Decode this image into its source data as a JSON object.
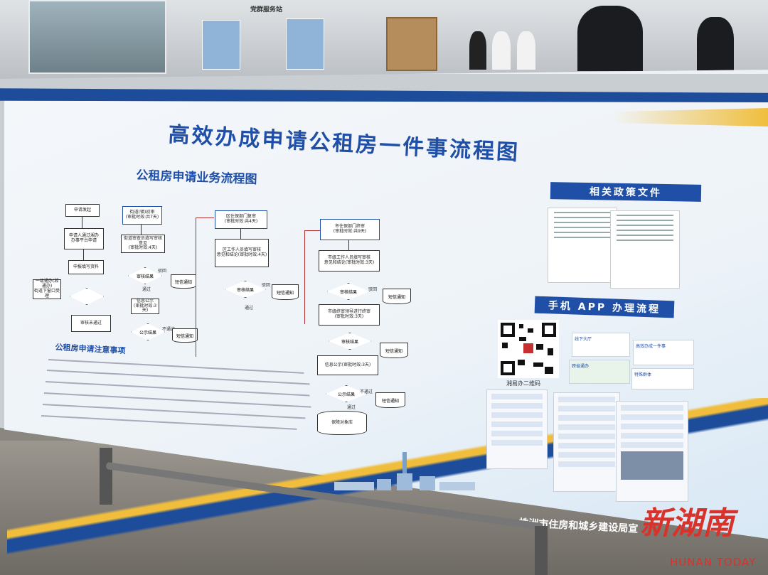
{
  "hall": {
    "sign": "党群服务站"
  },
  "board": {
    "title": "高效办成申请公租房一件事流程图",
    "subtitle": "公租房申请业务流程图",
    "notice_title": "公租房申请注意事项",
    "footer_org": "株洲市住房和城乡建设局宣"
  },
  "flow": {
    "col1": [
      "申请发起",
      "申请人通过湘办\n办事平台申请",
      "申报填写资料",
      "一级通办(湘通办)\n街道下窗口受理",
      "审核未通过"
    ],
    "col2": [
      "街道(镇)初审\n(审批时效:共7天)",
      "街道审查员填写审核意见\n(审批时效:4天)",
      "审核结果",
      "短信通知",
      "信息公示\n(审批时效:3天)",
      "公示结果",
      "短信通知"
    ],
    "col3": [
      "区住保部门复审\n(审批时效:共4天)",
      "区工作人员填写审核\n意见和结论(审批时效:4天)",
      "审核结果",
      "短信通知"
    ],
    "col4": [
      "市住保部门终审\n(审批时效:共9天)",
      "市级工作人员填写审核\n意见和结论(审批时效:3天)",
      "审核结果",
      "短信通知",
      "市级终审领导进行终审\n(审批时效:3天)",
      "审核结果",
      "短信通知",
      "信息公示(审批时效:3天)",
      "公示结果",
      "短信通知",
      "保障对象库"
    ],
    "labels": {
      "pass": "通过",
      "reject": "驳回",
      "not_pass": "不通过"
    }
  },
  "right": {
    "policy_title": "相关政策文件",
    "app_title": "手机 APP 办理流程",
    "qr_label": "湘易办二维码",
    "cards": [
      "线下大厅",
      "高效办成一件事",
      "跨省通办",
      "特殊群体"
    ]
  },
  "watermark": {
    "brand": "新湖南",
    "sub": "HUNAN TODAY"
  },
  "colors": {
    "brand_blue": "#1f4fa6",
    "stripe_yellow": "#f0be3c",
    "watermark_red": "#d8332b"
  }
}
